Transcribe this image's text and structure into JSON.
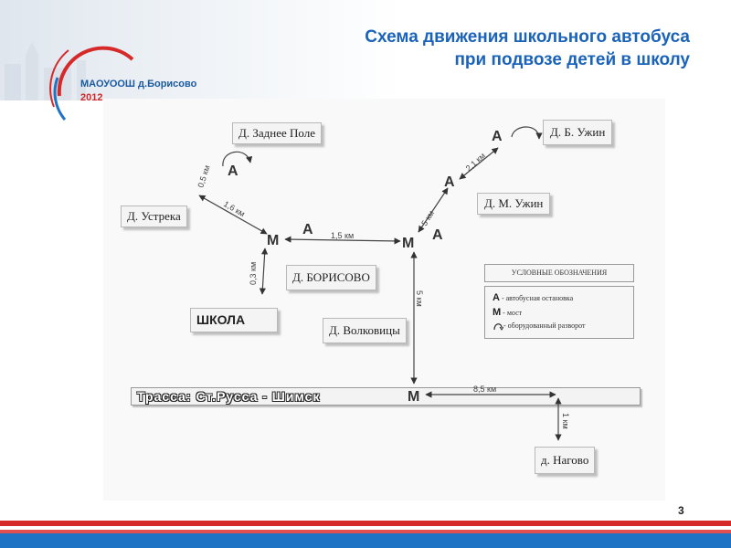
{
  "title": {
    "line1": "Схема движения школьного автобуса",
    "line2": "при подвозе детей в школу"
  },
  "school": {
    "name": "МАОУООШ д.Борисово",
    "year": "2012"
  },
  "colors": {
    "title": "#1a63b8",
    "accent_red": "#d62a2a",
    "accent_blue": "#1f73c4"
  },
  "diagram": {
    "villages": {
      "zadnee_pole": "Д. Заднее Поле",
      "ustreka": "Д. Устрека",
      "borisovo": "Д. БОРИСОВО",
      "shkola": "ШКОЛА",
      "volkovitsy": "Д. Волковицы",
      "b_uzhin": "Д. Б. Ужин",
      "m_uzhin": "Д. М. Ужин",
      "nagovo": "д. Нагово"
    },
    "highway": "Трасса: Ст.Русса - Шимск",
    "distances": {
      "zadnee_pole_loop": "0,5 км",
      "ustreka_m1": "1,6 км",
      "m1_m2": "1,5 км",
      "m1_school": "0,3 км",
      "m2_bus_stop": "5 км",
      "bus_stop_b_uzhin": "2,1 км",
      "m2_highway": "5 км",
      "highway_east": "8,5 км",
      "highway_nagovo": "1 км"
    },
    "symbols": {
      "stop": "А",
      "bridge": "М"
    }
  },
  "legend": {
    "title": "УСЛОВНЫЕ ОБОЗНАЧЕНИЯ",
    "items": [
      {
        "symbol": "А",
        "text": "- автобусная остановка"
      },
      {
        "symbol": "М",
        "text": "- мост"
      },
      {
        "symbol": "",
        "text": "- оборудованный разворот"
      }
    ]
  },
  "page_number": "3"
}
